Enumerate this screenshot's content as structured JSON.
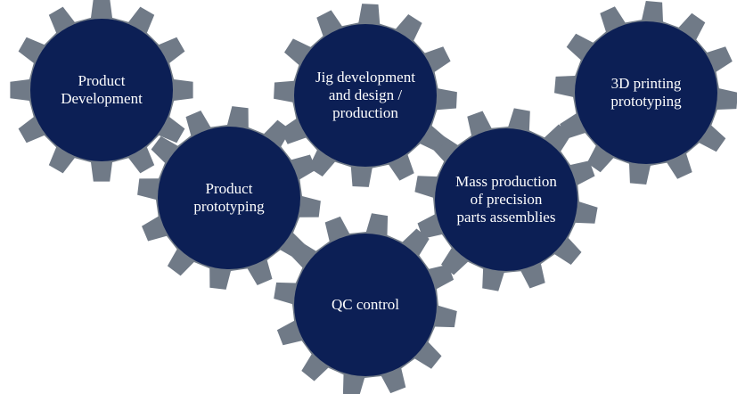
{
  "colors": {
    "gear": "#707a87",
    "disc": "#0c1f55",
    "text": "#ffffff",
    "background": "#ffffff"
  },
  "gears": [
    {
      "id": "product-development",
      "label": "Product\nDevelopment"
    },
    {
      "id": "product-prototyping",
      "label": "Product\nprototyping"
    },
    {
      "id": "jig-development",
      "label": "Jig development\nand design /\nproduction"
    },
    {
      "id": "mass-production",
      "label": "Mass production\nof precision\nparts assemblies"
    },
    {
      "id": "3d-printing-prototyping",
      "label": "3D printing\nprototyping"
    },
    {
      "id": "qc-control",
      "label": "QC control"
    }
  ]
}
